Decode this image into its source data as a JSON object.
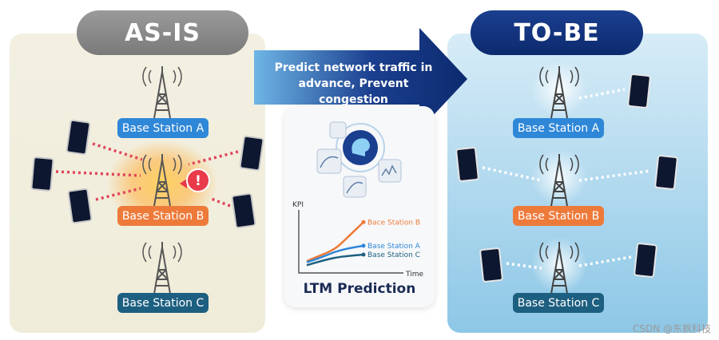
{
  "left": {
    "title": "AS-IS"
  },
  "right": {
    "title": "TO-BE"
  },
  "arrow": {
    "line1": "Predict network traffic in",
    "line2": "advance, Prevent congestion"
  },
  "stations": {
    "a": "Base Station A",
    "b": "Base Station B",
    "c": "Base Station C"
  },
  "chart_data": {
    "type": "line",
    "title": "LTM Prediction",
    "xlabel": "Time",
    "ylabel": "KPI",
    "series": [
      {
        "name": "Bace Station B",
        "color": "#ee7a3a",
        "values": [
          0.12,
          0.22,
          0.32,
          0.55,
          0.78
        ]
      },
      {
        "name": "Base Station A",
        "color": "#2f87d8",
        "values": [
          0.1,
          0.18,
          0.28,
          0.34,
          0.38
        ]
      },
      {
        "name": "Base Station C",
        "color": "#1d5f80",
        "values": [
          0.05,
          0.12,
          0.18,
          0.21,
          0.23
        ]
      }
    ]
  },
  "watermark": "CSDN @东枫科技",
  "colors": {
    "alert": "#e83a4a",
    "dot_red": "#e0455a",
    "dot_white": "#ffffff"
  }
}
